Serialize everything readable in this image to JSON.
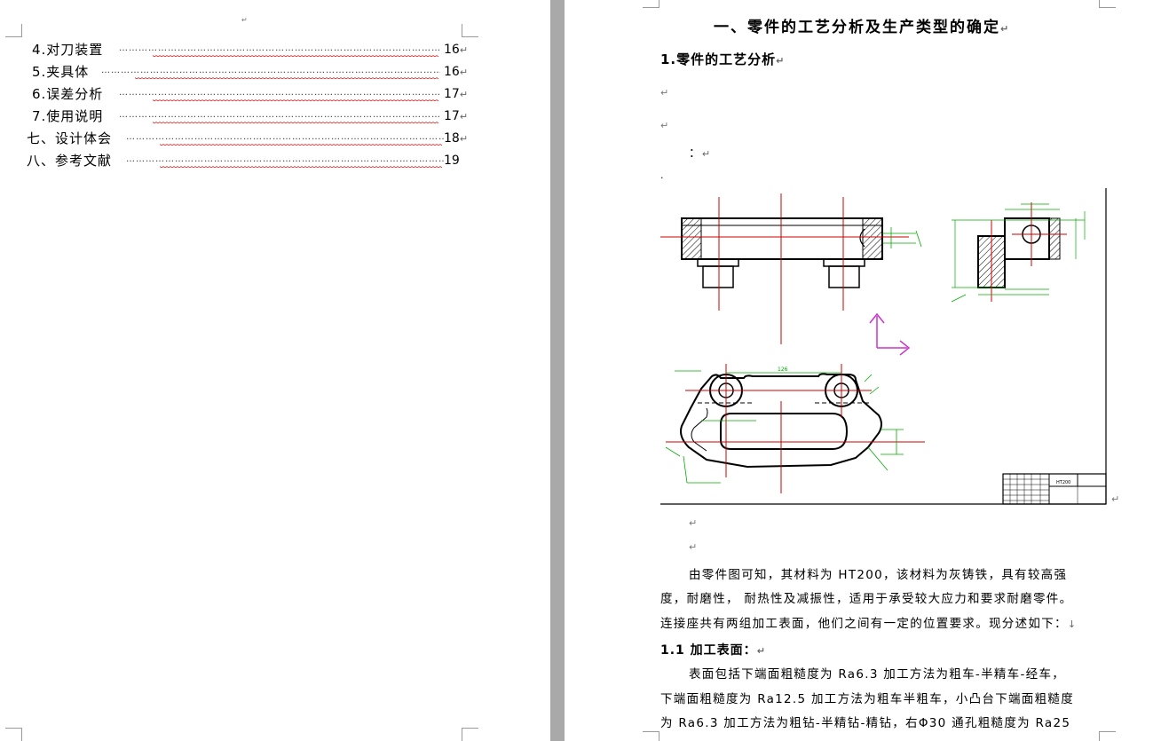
{
  "toc": {
    "entries": [
      {
        "label": "4.对刀装置",
        "page": "16"
      },
      {
        "label": "5.夹具体",
        "page": "16"
      },
      {
        "label": "6.误差分析",
        "page": "17"
      },
      {
        "label": "7.使用说明",
        "page": "17"
      },
      {
        "label": "七、设计体会",
        "page": "18"
      },
      {
        "label": "八、参考文献",
        "page": "19"
      }
    ]
  },
  "doc": {
    "chapter_title": "一、零件的工艺分析及生产类型的确定",
    "section_title": "1.零件的工艺分析",
    "colon_line": "：",
    "para1_line1": "由零件图可知，其材料为 HT200，该材料为灰铸铁，具有较高强",
    "para1_line2": "度，耐磨性， 耐热性及减振性，适用于承受较大应力和要求耐磨零件。",
    "para1_line3": "连接座共有两组加工表面，他们之间有一定的位置要求。现分述如下：",
    "subsection_title": "1.1 加工表面：",
    "para2_line1": "表面包括下端面粗糙度为 Ra6.3 加工方法为粗车-半精车-经车，",
    "para2_line2": "下端面粗糙度为 Ra12.5 加工方法为粗车半粗车，小凸台下端面粗糙度",
    "para2_line3": "为 Ra6.3 加工方法为粗钻-半精钻-精钻，右Φ30 通孔粗糙度为 Ra25"
  },
  "drawing": {
    "dim_top": "126",
    "material": "HT200"
  },
  "colors": {
    "gutter": "#a9a9a9",
    "centerline": "#cc0000",
    "dimension": "#00aa00",
    "axis_marker": "#cc33cc",
    "spelling_underline": "#e33333"
  }
}
